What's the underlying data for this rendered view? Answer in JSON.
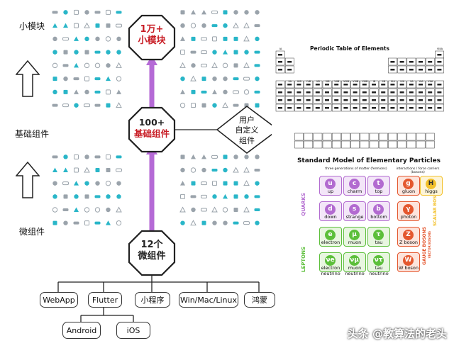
{
  "left_labels": {
    "top": "小模块",
    "middle": "基础组件",
    "bottom": "微组件"
  },
  "nodes": {
    "top": {
      "line1": "1万+",
      "line2": "小模块"
    },
    "middle": {
      "line1": "100+",
      "line2": "基础组件"
    },
    "bottom": {
      "line1": "12个",
      "line2": "微组件"
    },
    "diamond": {
      "line1": "用户",
      "line2": "自定义",
      "line3": "组件"
    }
  },
  "platforms": [
    "WebApp",
    "Flutter",
    "小程序",
    "Win/Mac/Linux",
    "鸿蒙"
  ],
  "sub_platforms": [
    "Android",
    "iOS"
  ],
  "periodic_table": {
    "title": "Periodic Table of Elements",
    "group_labels": [
      "IA",
      "IIA",
      "IIIB",
      "IVB",
      "VB",
      "VIB",
      "VIIB",
      "VIIIB",
      "VIIIB",
      "VIIIB",
      "IB",
      "IIB",
      "IIIA",
      "IVA",
      "VA",
      "VIA",
      "VIIA",
      "VIIIA"
    ]
  },
  "standard_model": {
    "title": "Standard Model of Elementary Particles",
    "header_left": "three generations of matter (fermions)",
    "header_right": "interactions / force carriers (bosons)",
    "side_quarks": "QUARKS",
    "side_leptons": "LEPTONS",
    "side_gauge": "GAUGE BOSONS",
    "side_vector": "VECTOR BOSONS",
    "side_scalar": "SCALAR BOSONS",
    "particles": [
      {
        "symbol": "u",
        "name": "up",
        "kind": "quark"
      },
      {
        "symbol": "c",
        "name": "charm",
        "kind": "quark"
      },
      {
        "symbol": "t",
        "name": "top",
        "kind": "quark"
      },
      {
        "symbol": "g",
        "name": "gluon",
        "kind": "gauge"
      },
      {
        "symbol": "H",
        "name": "higgs",
        "kind": "scalar"
      },
      {
        "symbol": "d",
        "name": "down",
        "kind": "quark"
      },
      {
        "symbol": "s",
        "name": "strange",
        "kind": "quark"
      },
      {
        "symbol": "b",
        "name": "bottom",
        "kind": "quark"
      },
      {
        "symbol": "γ",
        "name": "photon",
        "kind": "gauge"
      },
      {
        "symbol": "e",
        "name": "electron",
        "kind": "lepton"
      },
      {
        "symbol": "μ",
        "name": "muon",
        "kind": "lepton"
      },
      {
        "symbol": "τ",
        "name": "tau",
        "kind": "lepton"
      },
      {
        "symbol": "Z",
        "name": "Z boson",
        "kind": "gauge"
      },
      {
        "symbol": "νe",
        "name": "electron neutrino",
        "kind": "lepton"
      },
      {
        "symbol": "νμ",
        "name": "muon neutrino",
        "kind": "lepton"
      },
      {
        "symbol": "ντ",
        "name": "tau neutrino",
        "kind": "lepton"
      },
      {
        "symbol": "W",
        "name": "W boson",
        "kind": "gauge"
      }
    ]
  },
  "watermark": "头条 @教算法的老头",
  "colors": {
    "arrow": "#b56ad6",
    "node_text": "#c81d25",
    "icon_teal": "#29b6c8",
    "icon_gray": "#9aa3ab",
    "quark": "#b26ad0",
    "lepton": "#5cbf3a",
    "gauge": "#e4572e",
    "scalar": "#f3c12b"
  }
}
